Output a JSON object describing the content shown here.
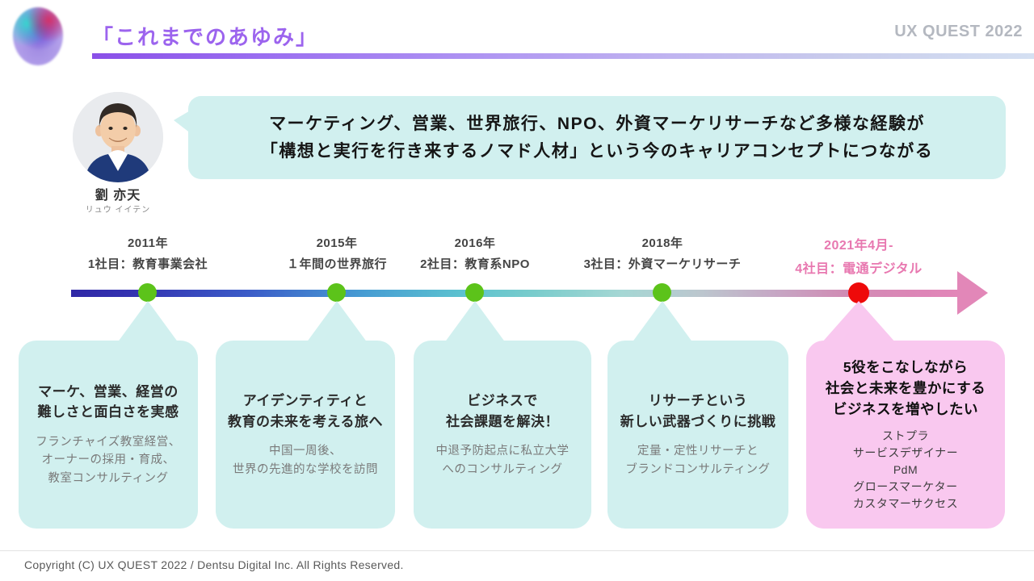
{
  "header": {
    "title": "「これまでのあゆみ」",
    "wordmark": "UX QUEST 2022"
  },
  "profile": {
    "name": "劉 亦天",
    "kana": "リュウ イイテン"
  },
  "bubble": {
    "text": "マーケティング、営業、世界旅行、NPO、外資マーケリサーチなど多様な経験が\n「構想と実行を行き来するノマド人材」という今のキャリアコンセプトにつながる"
  },
  "timeline": {
    "milestones": [
      {
        "year": "2011年",
        "label": "1社目：教育事業会社",
        "dot_color": "#5cc31a"
      },
      {
        "year": "2015年",
        "label": "１年間の世界旅行",
        "dot_color": "#5cc31a"
      },
      {
        "year": "2016年",
        "label": "2社目：教育系NPO",
        "dot_color": "#5cc31a"
      },
      {
        "year": "2018年",
        "label": "3社目：外資マーケリサーチ",
        "dot_color": "#5cc31a"
      },
      {
        "year": "2021年4月-",
        "label": "4社目：電通デジタル",
        "dot_color": "#ee0a0a",
        "label_color": "#e878b0"
      }
    ],
    "line_gradient": [
      "#2f28a6",
      "#3b5cc8",
      "#5cc2cf",
      "#a5d7d4",
      "#c6a8c5",
      "#e287b8"
    ],
    "arrow_color": "#e287b8"
  },
  "boxes": [
    {
      "title": "マーケ、営業、経営の\n難しさと面白さを実感",
      "body": "フランチャイズ教室経営、\nオーナーの採用・育成、\n教室コンサルティング",
      "bg": "#d1f0ef"
    },
    {
      "title": "アイデンティティと\n教育の未来を考える旅へ",
      "body": "中国一周後、\n世界の先進的な学校を訪問",
      "bg": "#d1f0ef"
    },
    {
      "title": "ビジネスで\n社会課題を解決！",
      "body": "中退予防起点に私立大学\nへのコンサルティング",
      "bg": "#d1f0ef"
    },
    {
      "title": "リサーチという\n新しい武器づくりに挑戦",
      "body": "定量・定性リサーチと\nブランドコンサルティング",
      "bg": "#d1f0ef"
    },
    {
      "title": "5役をこなしながら\n社会と未来を豊かにする\nビジネスを増やしたい",
      "body": "ストプラ\nサービスデザイナー\nPdM\nグロースマーケター\nカスタマーサクセス",
      "bg": "#f9c8ef"
    }
  ],
  "footer": {
    "copyright": "Copyright (C) UX QUEST 2022 / Dentsu Digital Inc. All Rights Reserved."
  },
  "colors": {
    "title_purple": "#9c64ee",
    "wordmark_gray": "#b4b8c0",
    "teal_box": "#d1f0ef",
    "pink_box": "#f9c8ef",
    "highlight_pink": "#e878b0",
    "green_dot": "#5cc31a",
    "red_dot": "#ee0a0a",
    "underline_start": "#8a50e8",
    "underline_end": "#d5e0f2"
  }
}
